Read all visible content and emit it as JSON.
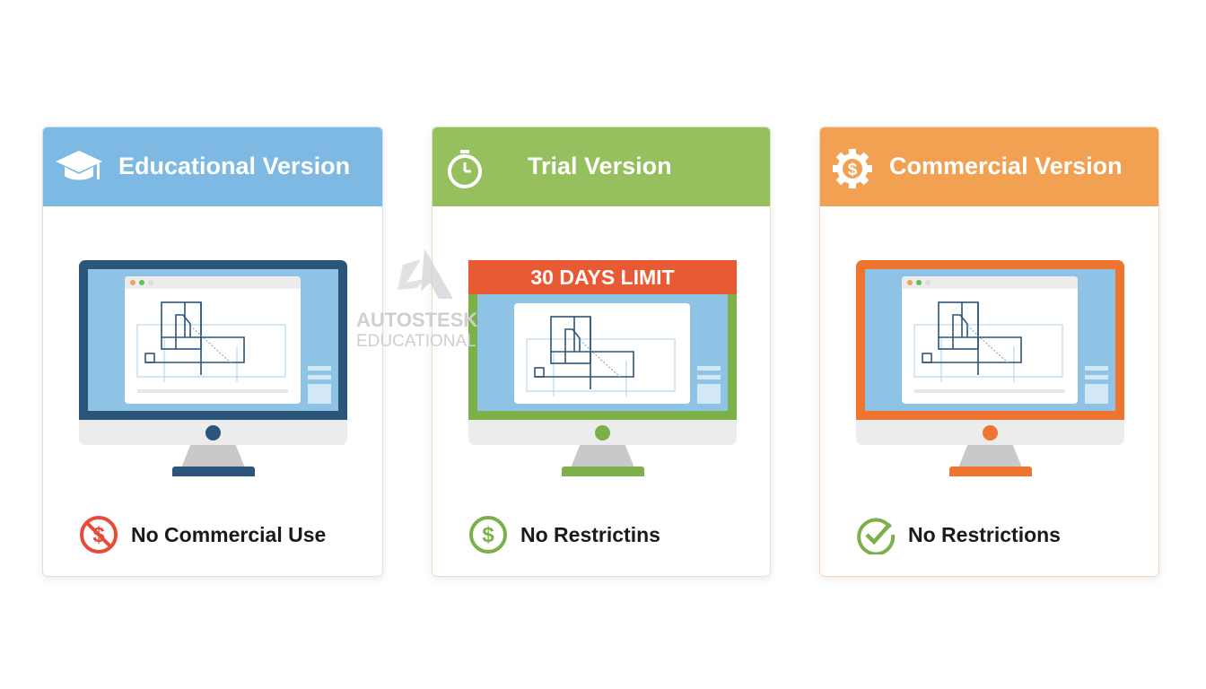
{
  "cards": [
    {
      "title": "Educational Version",
      "icon": "graduation-cap-icon",
      "header_color": "#7db9e2",
      "accent": "#2b5579",
      "footer_icon": "no-dollar-icon",
      "footer_text": "No Commercial Use"
    },
    {
      "title": "Trial Version",
      "icon": "stopwatch-icon",
      "header_color": "#96bf5e",
      "accent": "#7bb04a",
      "banner": "30 DAYS LIMIT",
      "footer_icon": "dollar-circle-icon",
      "footer_text": "No Restrictins"
    },
    {
      "title": "Commercial Version",
      "icon": "gear-dollar-icon",
      "header_color": "#f2a153",
      "accent": "#ef7430",
      "footer_icon": "check-circle-icon",
      "footer_text": "No Restrictions"
    }
  ],
  "watermark": {
    "line1": "AUTOSTESK",
    "line2": "EDUCATIONAL"
  }
}
